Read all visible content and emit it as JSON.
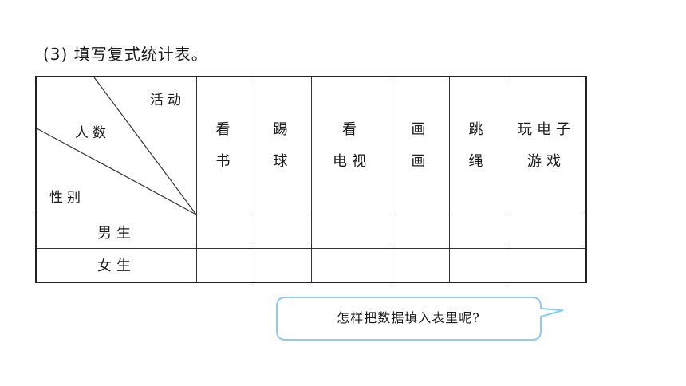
{
  "title": {
    "number": "(3)",
    "text": "填写复式统计表。"
  },
  "table": {
    "corner": {
      "activity": "活动",
      "people": "人数",
      "gender": "性别"
    },
    "columns": [
      {
        "line1": "看",
        "line2": "书"
      },
      {
        "line1": "踢",
        "line2": "球"
      },
      {
        "line1": "看",
        "line2": "电视"
      },
      {
        "line1": "画",
        "line2": "画"
      },
      {
        "line1": "跳",
        "line2": "绳"
      },
      {
        "line1": "玩电子",
        "line2": "游戏"
      }
    ],
    "rows": [
      {
        "label": "男生",
        "cells": [
          "",
          "",
          "",
          "",
          "",
          ""
        ]
      },
      {
        "label": "女生",
        "cells": [
          "",
          "",
          "",
          "",
          "",
          ""
        ]
      }
    ]
  },
  "bubble": {
    "text": "怎样把数据填入表里呢?",
    "border_color": "#8ec9ef"
  }
}
